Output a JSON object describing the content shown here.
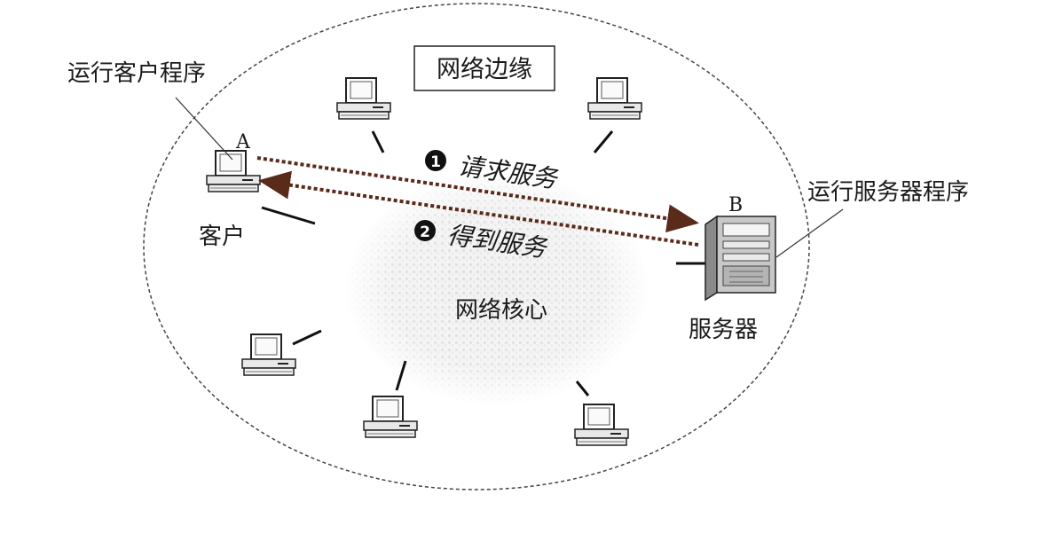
{
  "edge_box_label": "网络边缘",
  "core_label": "网络核心",
  "client_program_label": "运行客户程序",
  "server_program_label": "运行服务器程序",
  "host_a_letter": "A",
  "host_b_letter": "B",
  "client_label": "客户",
  "server_label": "服务器",
  "request": {
    "number": "1",
    "text": "请求服务"
  },
  "response": {
    "number": "2",
    "text": "得到服务"
  },
  "colors": {
    "arrow": "#5a2a1a",
    "ellipse": "#444444",
    "core_cloud": "#dcdcdc"
  }
}
